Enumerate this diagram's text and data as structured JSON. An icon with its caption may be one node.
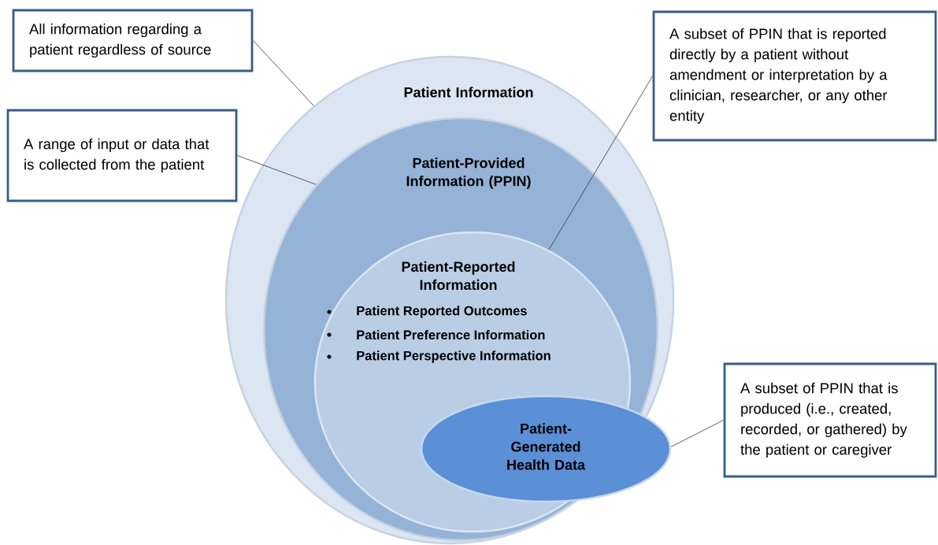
{
  "diagram": {
    "nodes": [
      {
        "text": [
          "Patient Information"
        ]
      },
      {
        "text": [
          "Patient-Provided Information (PPIN)"
        ],
        "in": 0
      },
      {
        "text": [
          "Patient-Reported Information",
          "Patient Reported Outcomes",
          "Patient Preference Information",
          "Patient Perspective Information"
        ],
        "in": 1
      },
      {
        "text": [
          "Patient-Generated Health Data"
        ],
        "in": 1
      },
      {
        "text": [
          "All information regarding a patient regardless of source"
        ]
      },
      {
        "text": [
          "A range of input or data that is collected from the patient"
        ]
      },
      {
        "text": [
          "A subset of PPIN that is reported directly by a patient without amendment or interpretation by a clinician, researcher, or any other entity"
        ]
      },
      {
        "text": [
          "A subset of PPIN that is produced (i.e., created, recorded, or gathered) by the patient or caregiver"
        ]
      }
    ],
    "edges": [
      {
        "from": 4,
        "to": 0,
        "arrow": "none"
      },
      {
        "from": 5,
        "to": 1,
        "arrow": "none"
      },
      {
        "from": 6,
        "to": 2,
        "arrow": "none"
      },
      {
        "from": 7,
        "to": 3,
        "arrow": "none"
      }
    ]
  }
}
